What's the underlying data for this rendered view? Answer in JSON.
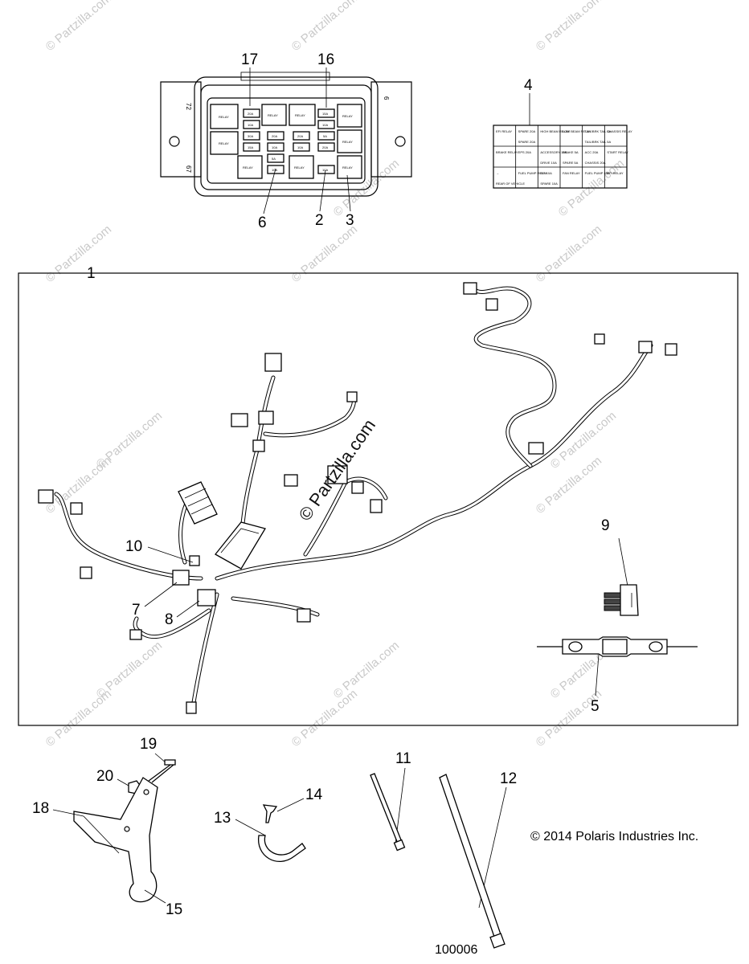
{
  "watermarks": {
    "text": "© Partzilla.com",
    "center_text": "© Partzilla.com"
  },
  "callouts": {
    "c1": "1",
    "c2": "2",
    "c3": "3",
    "c4": "4",
    "c5": "5",
    "c6": "6",
    "c7": "7",
    "c8": "8",
    "c9": "9",
    "c10": "10",
    "c11": "11",
    "c12": "12",
    "c13": "13",
    "c14": "14",
    "c15": "15",
    "c16": "16",
    "c17": "17",
    "c18": "18",
    "c19": "19",
    "c20": "20"
  },
  "fuse_box": {
    "side_marks": {
      "left_top": "72",
      "left_bottom": "67",
      "right_top": "6"
    },
    "relay_label": "RELAY",
    "fuse_values": [
      "20A",
      "10A",
      "30A",
      "15A",
      "20A",
      "10A",
      "5A",
      "10A",
      "20A",
      "10A",
      "15A",
      "10A",
      "5A",
      "20A",
      "10A"
    ]
  },
  "fuse_label_card": {
    "cells": [
      "EFI RELAY",
      "SPARE 20A",
      "HIGH BEAM RELAY",
      "LOW BEAM RELAY",
      "TAIL/BRK TAIL 5A",
      "CHASSIS RELAY",
      "",
      "SPARE 20A",
      "",
      "",
      "TAIL/BRK TAIL 5A",
      "",
      "BRAKE RELAY",
      "EPS 20A",
      "ACCESSORY 10A",
      "BRAKE 5A",
      "ACC 20A",
      "START RELAY",
      "",
      "",
      "DRIVE 10A",
      "SPARE 5A",
      "CHASSIS 20A",
      "",
      "→",
      "FUEL PUMP RELAY",
      "EFI 10A",
      "FAN RELAY",
      "FUEL PUMP 15A",
      "EFI RELAY",
      "REAR OF VEHICLE",
      "",
      "SPARE 10A",
      "",
      "",
      ""
    ]
  },
  "copyright": "© 2014 Polaris Industries Inc.",
  "drawing_number": "100006"
}
